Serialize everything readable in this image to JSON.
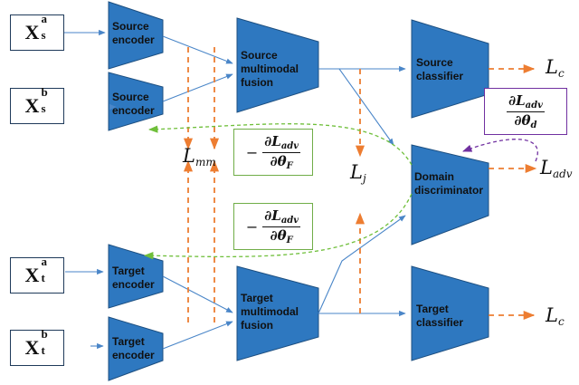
{
  "inputs": {
    "xsa": {
      "base": "X",
      "sup": "a",
      "sub": "s"
    },
    "xsb": {
      "base": "X",
      "sup": "b",
      "sub": "s"
    },
    "xta": {
      "base": "X",
      "sup": "a",
      "sub": "t"
    },
    "xtb": {
      "base": "X",
      "sup": "b",
      "sub": "t"
    }
  },
  "blocks": {
    "source_encoder_a": "Source\nencoder",
    "source_encoder_b": "Source\nencoder",
    "source_fusion": "Source\nmultimodal\nfusion",
    "source_classifier": "Source\nclassifier",
    "domain_discriminator": "Domain\ndiscriminator",
    "target_encoder_a": "Target\nencoder",
    "target_encoder_b": "Target\nencoder",
    "target_fusion": "Target\nmultimodal\nfusion",
    "target_classifier": "Target\nclassifier"
  },
  "losses": {
    "lc_source": {
      "base": "L",
      "sub": "c"
    },
    "lc_target": {
      "base": "L",
      "sub": "c"
    },
    "ladv": {
      "base": "L",
      "sub": "adv"
    },
    "lmm": {
      "base": "L",
      "sub": "mm"
    },
    "lj": {
      "base": "L",
      "sub": "j"
    }
  },
  "gradients": {
    "disc": {
      "sign": "",
      "num_base": "∂L",
      "num_sub": "adv",
      "den_base": "∂θ",
      "den_sub": "d"
    },
    "feat_upper": {
      "sign": "−",
      "num_base": "∂L",
      "num_sub": "adv",
      "den_base": "∂θ",
      "den_sub": "F"
    },
    "feat_lower": {
      "sign": "−",
      "num_base": "∂L",
      "num_sub": "adv",
      "den_base": "∂θ",
      "den_sub": "F"
    }
  },
  "colors": {
    "block_fill": "#2e78c0",
    "block_stroke": "#1d4f80",
    "arrow_blue": "#4a86c8",
    "arrow_orange": "#ed7d31",
    "arrow_green": "#6fbf3a",
    "arrow_purple": "#7030a0",
    "box_green": "#70ad47",
    "box_purple": "#7030a0"
  }
}
